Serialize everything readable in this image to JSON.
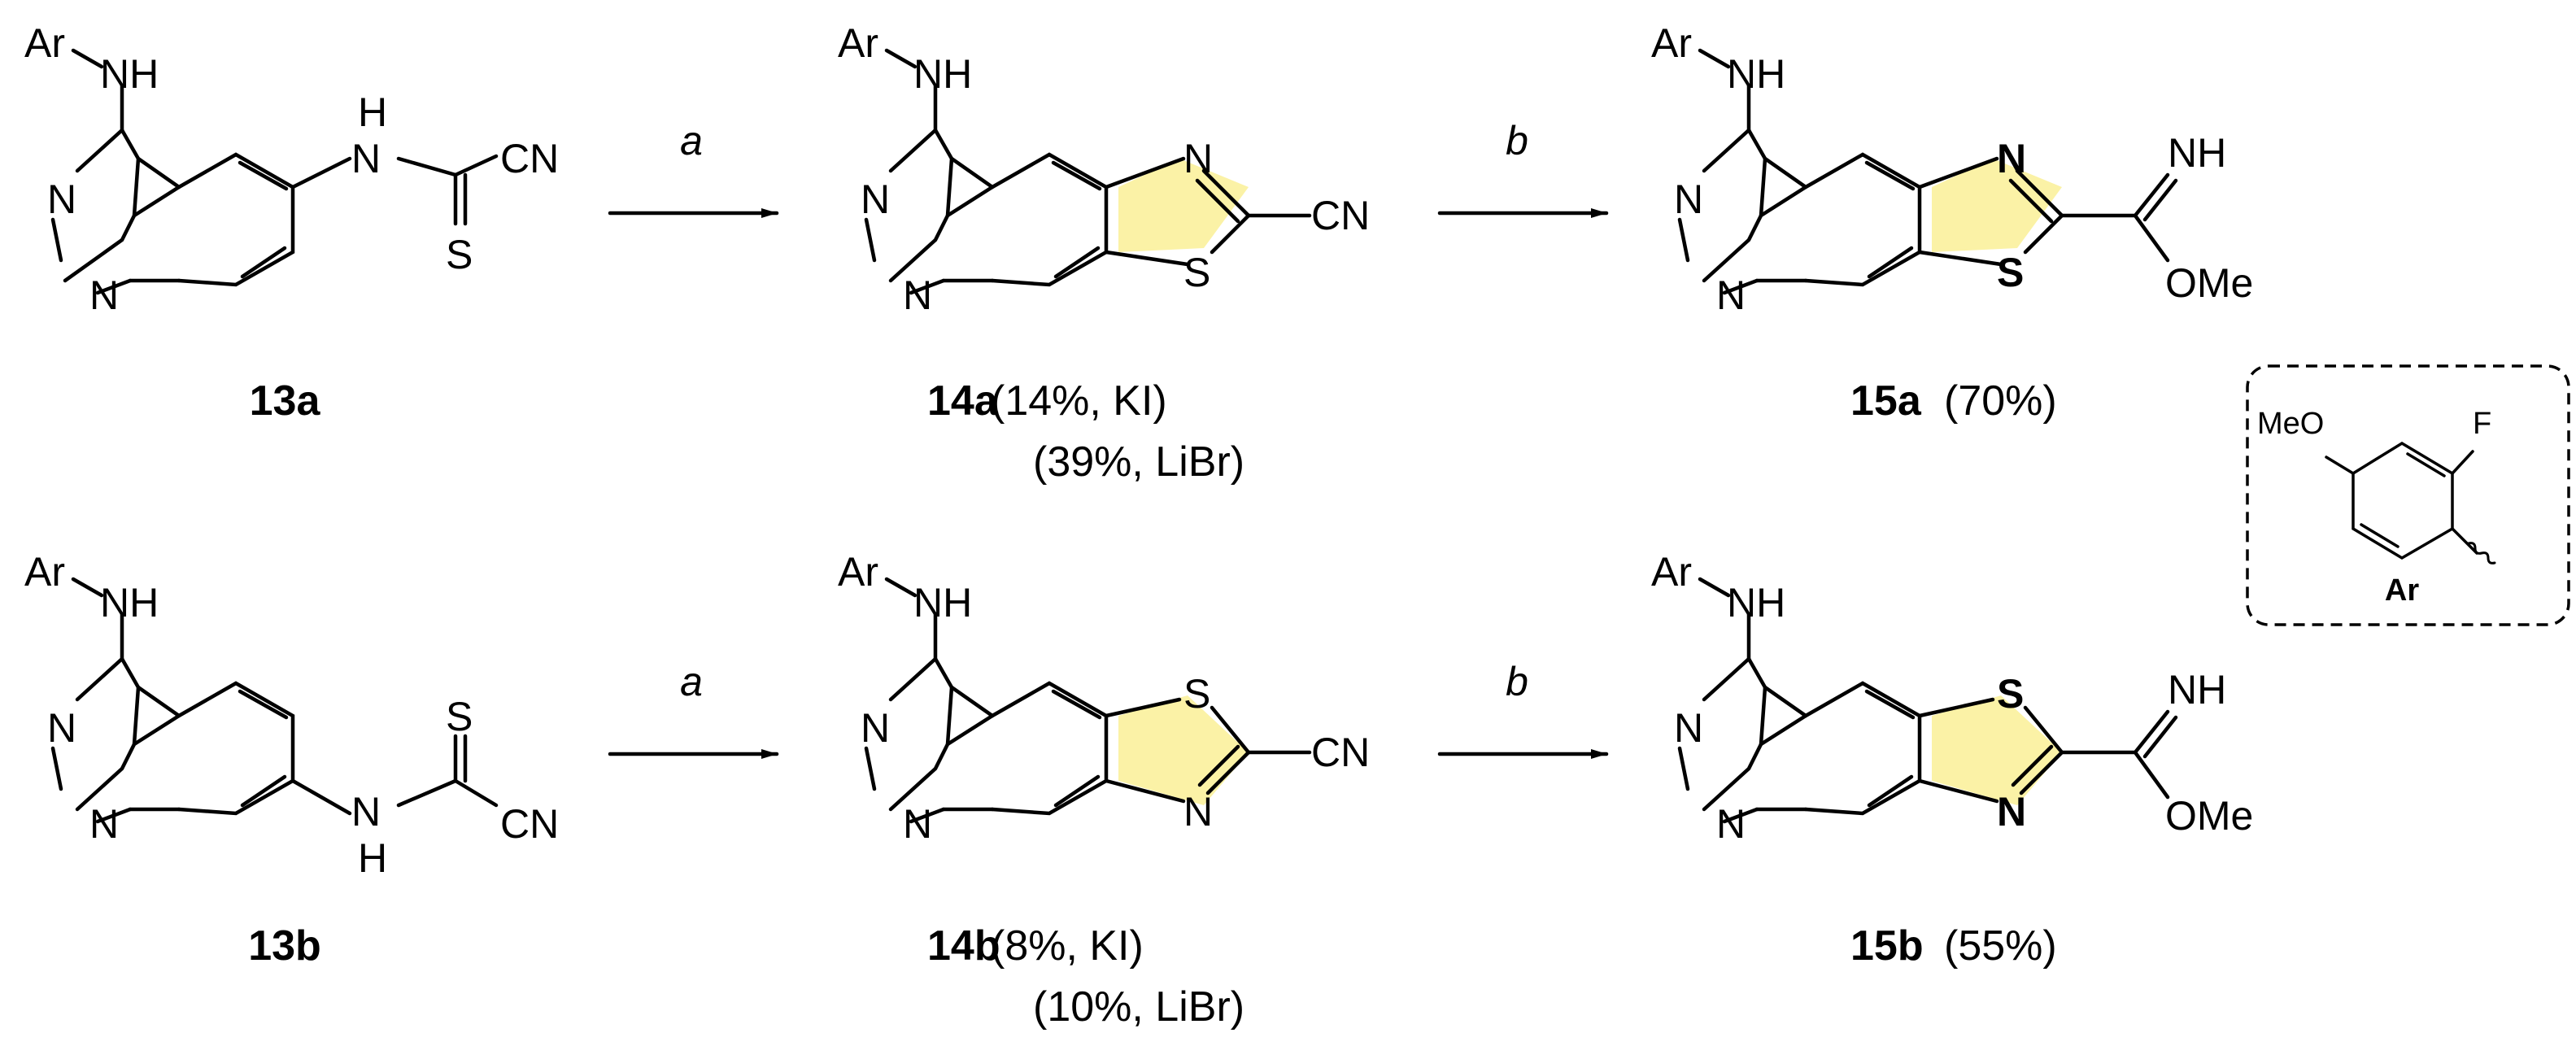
{
  "colors": {
    "background": "#ffffff",
    "thiazole_highlight": "#fbf2a6",
    "ink": "#000000"
  },
  "atoms": {
    "ar": "Ar",
    "nh": "NH",
    "n": "N",
    "h": "H",
    "s": "S",
    "cn": "CN",
    "ome": "OMe"
  },
  "conditions": {
    "a": "a",
    "b": "b"
  },
  "compounds": {
    "c13a": {
      "id": "13a"
    },
    "c14a": {
      "id": "14a",
      "yield1": "(14%, KI)",
      "yield2": "(39%, LiBr)"
    },
    "c15a": {
      "id": "15a",
      "yield": "(70%)"
    },
    "c13b": {
      "id": "13b"
    },
    "c14b": {
      "id": "14b",
      "yield1": "(8%, KI)",
      "yield2": "(10%, LiBr)"
    },
    "c15b": {
      "id": "15b",
      "yield": "(55%)"
    }
  },
  "ar_box": {
    "label": "Ar",
    "ome": "MeO",
    "f": "F"
  }
}
